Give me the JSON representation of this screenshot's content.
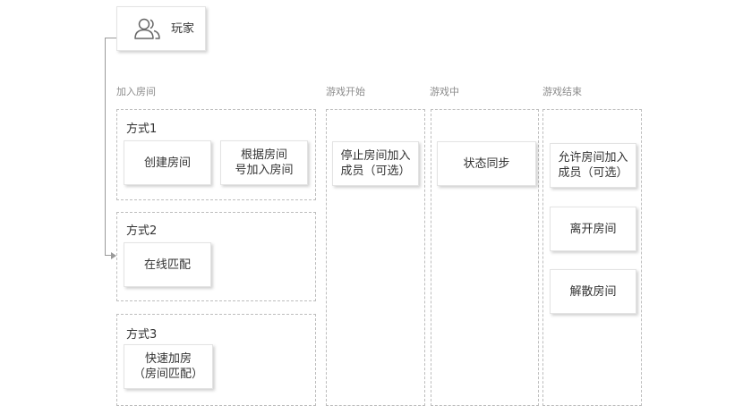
{
  "player": {
    "label": "玩家",
    "icon": "users-icon"
  },
  "sections": {
    "join": "加入房间",
    "start": "游戏开始",
    "in_game": "游戏中",
    "end": "游戏结束"
  },
  "methods": {
    "m1": {
      "title": "方式1",
      "create_room": "创建房间",
      "join_by_number": "根据房间\n号加入房间"
    },
    "m2": {
      "title": "方式2",
      "online_match": "在线匹配"
    },
    "m3": {
      "title": "方式3",
      "quick_join": "快速加房\n（房间匹配）"
    }
  },
  "start": {
    "stop_join": "停止房间加入\n成员（可选）"
  },
  "in_game": {
    "state_sync": "状态同步"
  },
  "end": {
    "allow_join": "允许房间加入\n成员（可选）",
    "leave_room": "离开房间",
    "dismiss_room": "解散房间"
  },
  "colors": {
    "border": "#bdbdbd",
    "label": "#8c8c8c",
    "text": "#333333",
    "connector": "#9a9a9a"
  }
}
